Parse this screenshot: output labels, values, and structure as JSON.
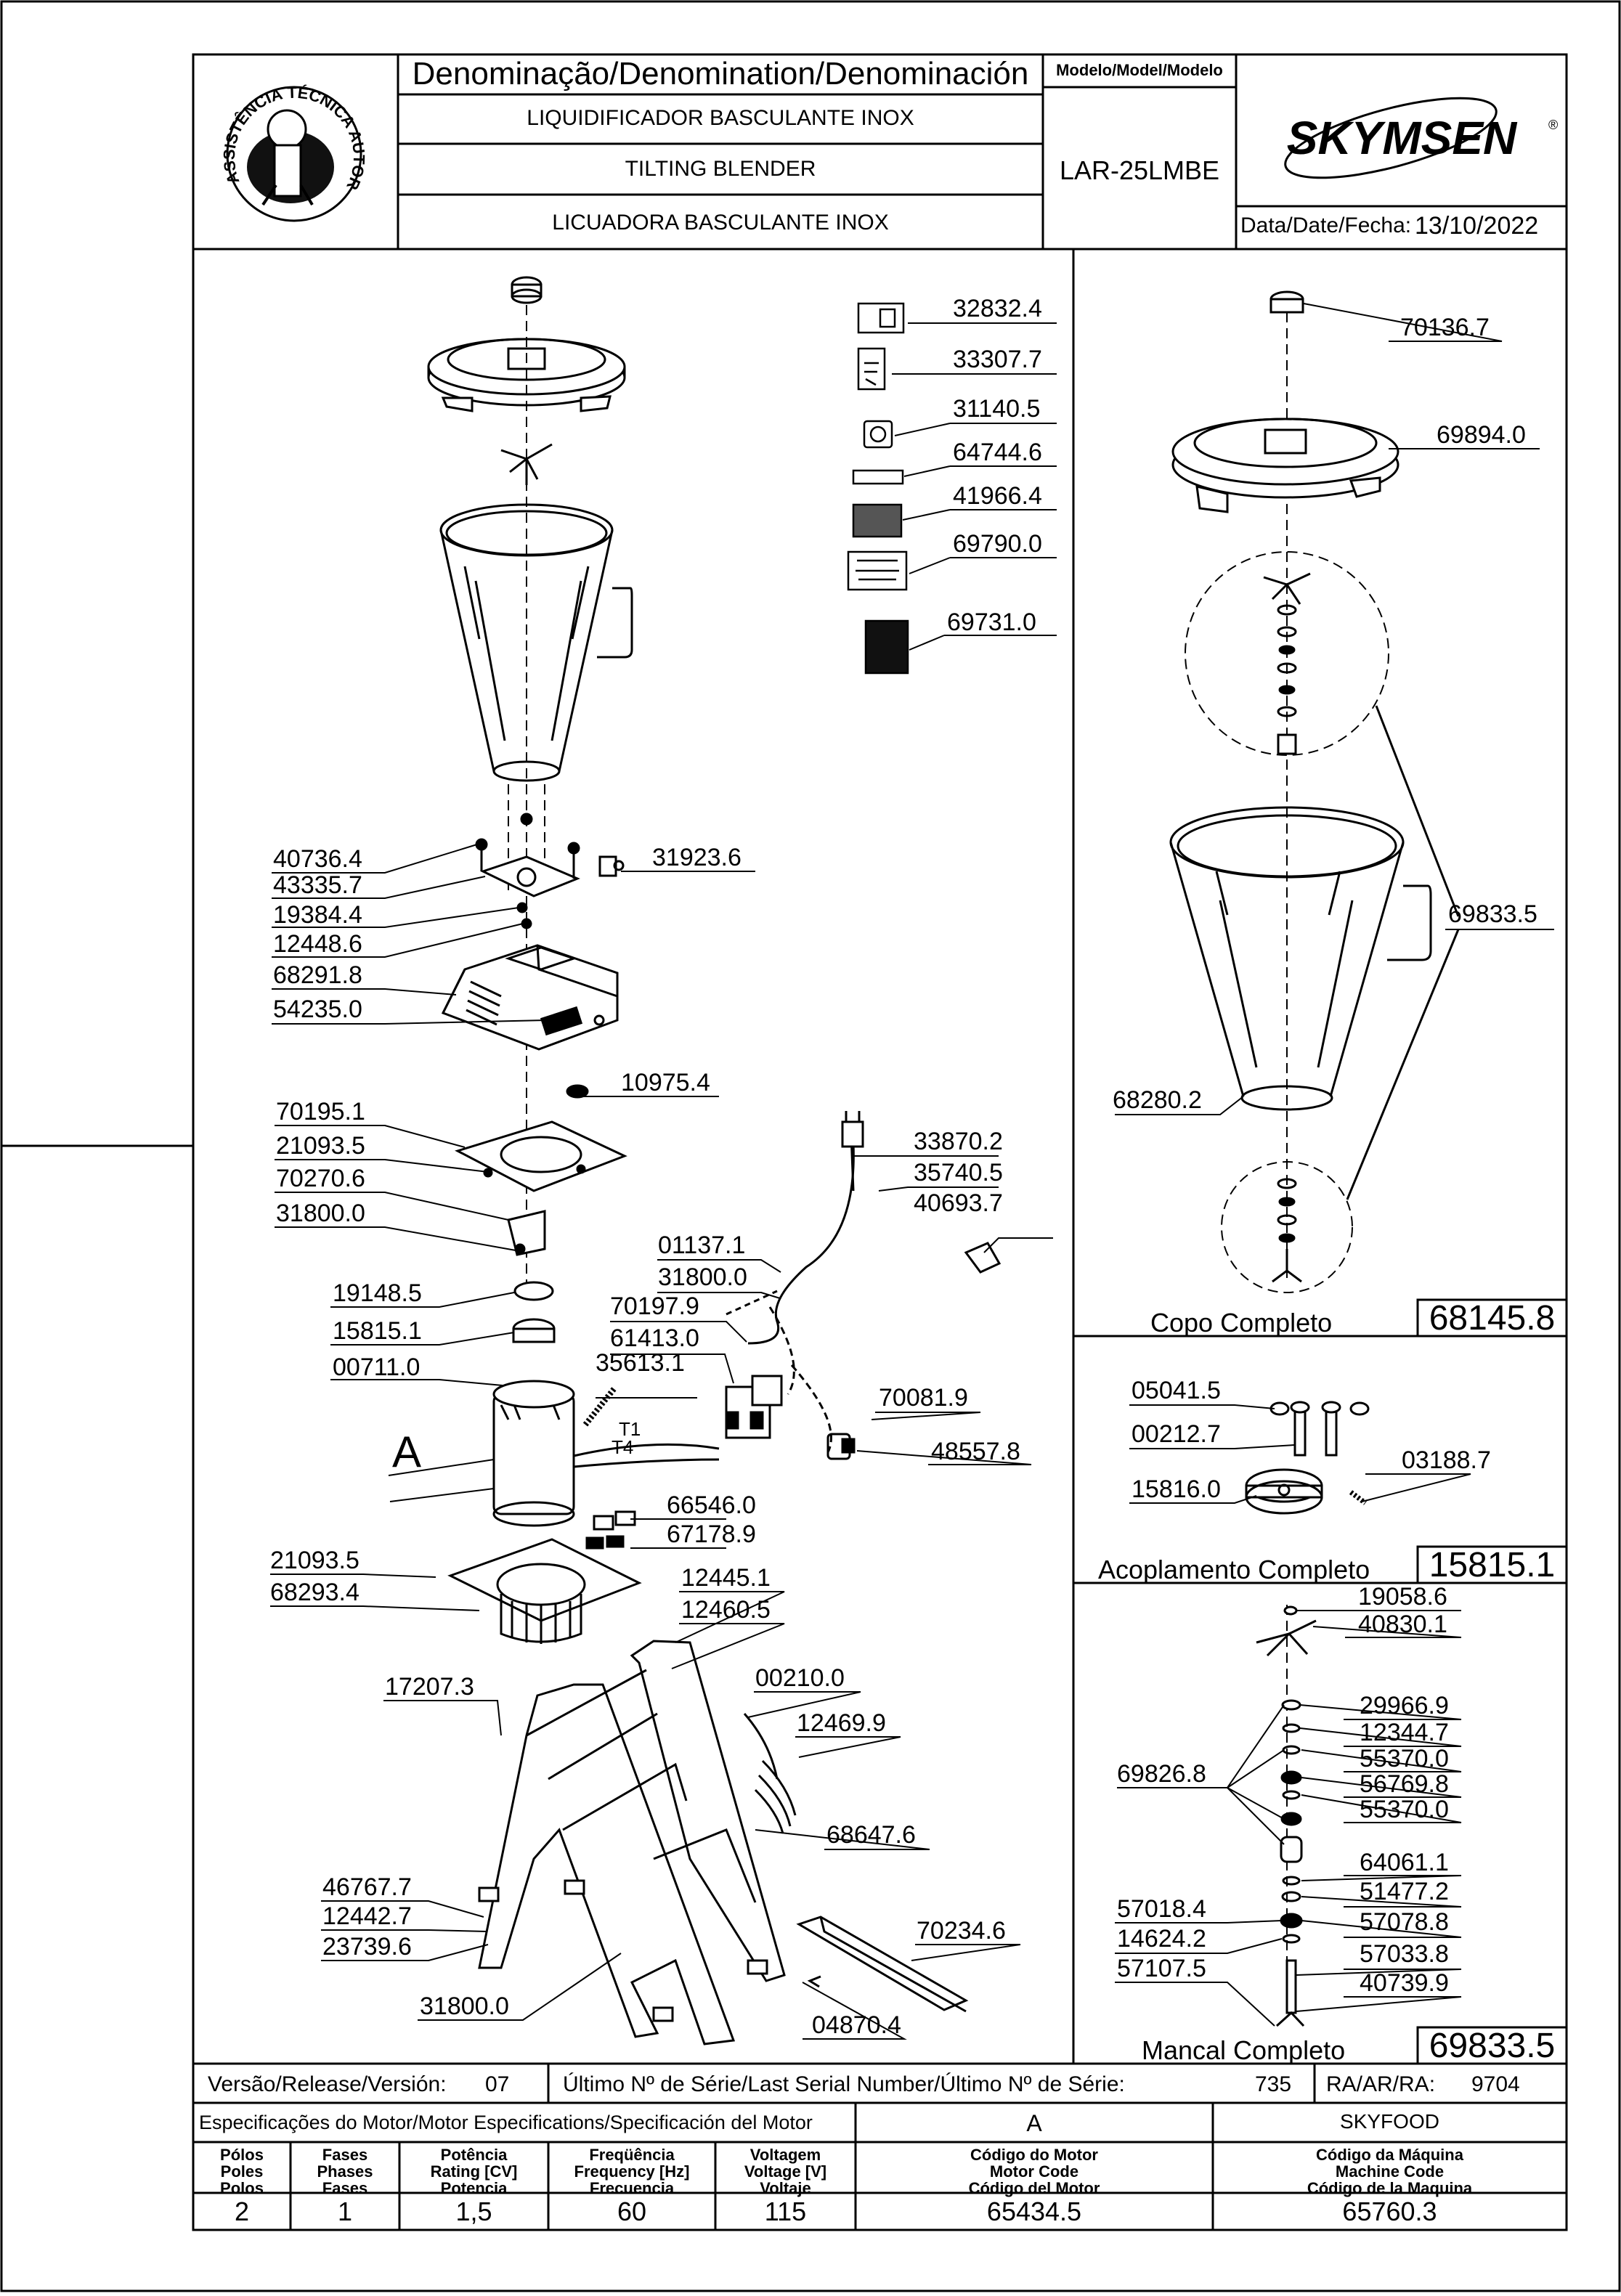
{
  "header": {
    "denomination_title": "Denominação/Denomination/Denominación",
    "names": [
      "LIQUIDIFICADOR BASCULANTE INOX",
      "TILTING BLENDER",
      "LICUADORA BASCULANTE INOX"
    ],
    "model_title": "Modelo/Model/Modelo",
    "model": "LAR-25LMBE",
    "brand": "SKYMSEN",
    "badge_text": "ASSISTÊNCIA TÉCNICA AUTORIZADA",
    "date_label": "Data/Date/Fecha:",
    "date": "13/10/2022"
  },
  "main_parts": [
    "32832.4",
    "33307.7",
    "31140.5",
    "64744.6",
    "41966.4",
    "69790.0",
    "69731.0",
    "31923.6",
    "40736.4",
    "43335.7",
    "19384.4",
    "12448.6",
    "68291.8",
    "54235.0",
    "10975.4",
    "70195.1",
    "21093.5",
    "70270.6",
    "31800.0",
    "33870.2",
    "35740.5",
    "40693.7",
    "01137.1",
    "31800.0",
    "70197.9",
    "61413.0",
    "19148.5",
    "15815.1",
    "00711.0",
    "35613.1",
    "70081.9",
    "48557.8",
    "66546.0",
    "67178.9",
    "21093.5",
    "68293.4",
    "12445.1",
    "12460.5",
    "00210.0",
    "17207.3",
    "12469.9",
    "68647.6",
    "46767.7",
    "12442.7",
    "23739.6",
    "70234.6",
    "31800.0",
    "04870.4"
  ],
  "motor_marker": "A",
  "wire_labels": [
    "T1",
    "T4"
  ],
  "copo": {
    "parts": [
      "70136.7",
      "69894.0",
      "69833.5",
      "68280.2"
    ],
    "label": "Copo Completo",
    "code": "68145.8"
  },
  "acoplamento": {
    "parts": [
      "05041.5",
      "00212.7",
      "03188.7",
      "15816.0"
    ],
    "label": "Acoplamento Completo",
    "code": "15815.1"
  },
  "mancal": {
    "parts": [
      "19058.6",
      "40830.1",
      "29966.9",
      "12344.7",
      "69826.8",
      "55370.0",
      "56769.8",
      "55370.0",
      "64061.1",
      "51477.2",
      "57018.4",
      "57078.8",
      "14624.2",
      "57033.8",
      "57107.5",
      "40739.9"
    ],
    "label": "Mancal Completo",
    "code": "69833.5"
  },
  "release": {
    "version_label": "Versão/Release/Versión:",
    "version": "07",
    "serial_label": "Último Nº de Série/Last Serial Number/Último Nº de Série:",
    "serial": "735",
    "ra_label": "RA/AR/RA:",
    "ra": "9704"
  },
  "specs": {
    "title": "Especificações do Motor/Motor Especifications/Specificación del Motor",
    "motor_col": "A",
    "machine_col": "SKYFOOD",
    "headers": [
      "Pólos\nPoles\nPolos",
      "Fases\nPhases\nFases",
      "Potência\nRating [CV]\nPotencia",
      "Freqüência\nFrequency [Hz]\nFrecuencia",
      "Voltagem\nVoltage [V]\nVoltaje",
      "Código do Motor\nMotor Code\nCódigo del Motor",
      "Código da Máquina\nMachine Code\nCódigo de la Maquina"
    ],
    "values": [
      "2",
      "1",
      "1,5",
      "60",
      "115",
      "65434.5",
      "65760.3"
    ]
  }
}
